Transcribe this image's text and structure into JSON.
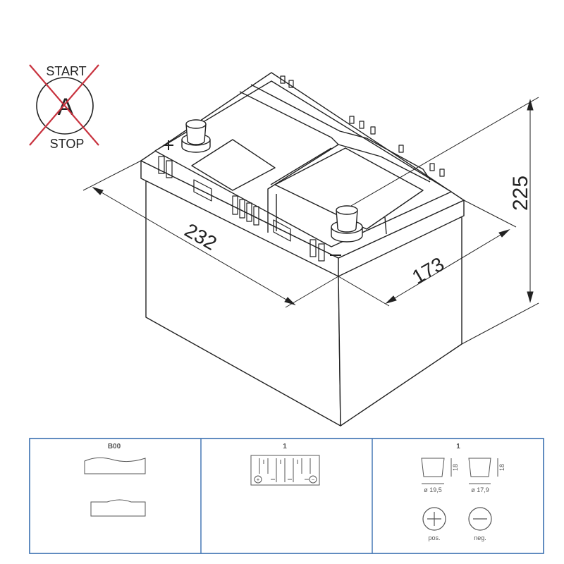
{
  "start_stop": {
    "top_label": "START",
    "center_letter": "A",
    "bottom_label": "STOP"
  },
  "dimensions": {
    "length": "232",
    "width": "173",
    "height": "225"
  },
  "spec_table": {
    "holddown": {
      "code": "B00"
    },
    "layout": {
      "number": "1",
      "pos_sign": "+",
      "neg_sign": "−"
    },
    "terminals": {
      "number": "1",
      "pos_height": "18",
      "neg_height": "18",
      "pos_diameter": "ø 19,5",
      "neg_diameter": "ø 17,9",
      "pos_label": "pos.",
      "neg_label": "neg."
    }
  },
  "colors": {
    "cross": "#c8323e",
    "line": "#222222",
    "table_border": "#3a6fb0",
    "table_text": "#555555"
  }
}
